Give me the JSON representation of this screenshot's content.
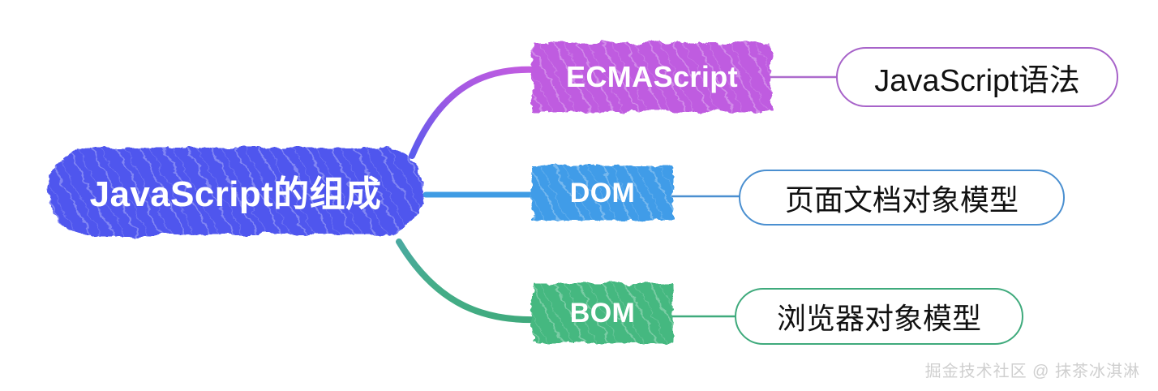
{
  "diagram": {
    "type": "mindmap",
    "title": "JavaScript的组成",
    "background_color": "#ffffff",
    "root": {
      "id": "root",
      "label": "JavaScript的组成",
      "shape": "sketchy-rounded-rect",
      "fill_color": "#4f56ee",
      "text_color": "#ffffff"
    },
    "branches": [
      {
        "id": "ecmascript",
        "node_label": "ECMAScript",
        "node_fill_color": "#bf5ce0",
        "node_text_color": "#ffffff",
        "node_shape": "sketchy-rect",
        "description_label": "JavaScript语法",
        "description_border_color": "#a763c9",
        "description_text_color": "#111111",
        "connector_color": "#bf5ce0",
        "connector_style": "curve"
      },
      {
        "id": "dom",
        "node_label": "DOM",
        "node_fill_color": "#409ce8",
        "node_text_color": "#ffffff",
        "node_shape": "sketchy-rect",
        "description_label": "页面文档对象模型",
        "description_border_color": "#4a8fd0",
        "description_text_color": "#111111",
        "connector_color": "#3f9ce4",
        "connector_style": "straight"
      },
      {
        "id": "bom",
        "node_label": "BOM",
        "node_fill_color": "#45b880",
        "node_text_color": "#ffffff",
        "node_shape": "sketchy-rect",
        "description_label": "浏览器对象模型",
        "description_border_color": "#3faa7c",
        "description_text_color": "#111111",
        "connector_color": "#3faa7c",
        "connector_style": "curve"
      }
    ]
  },
  "watermark": {
    "text": "掘金技术社区 @ 抹茶冰淇淋",
    "color": "#cfcfcf"
  }
}
